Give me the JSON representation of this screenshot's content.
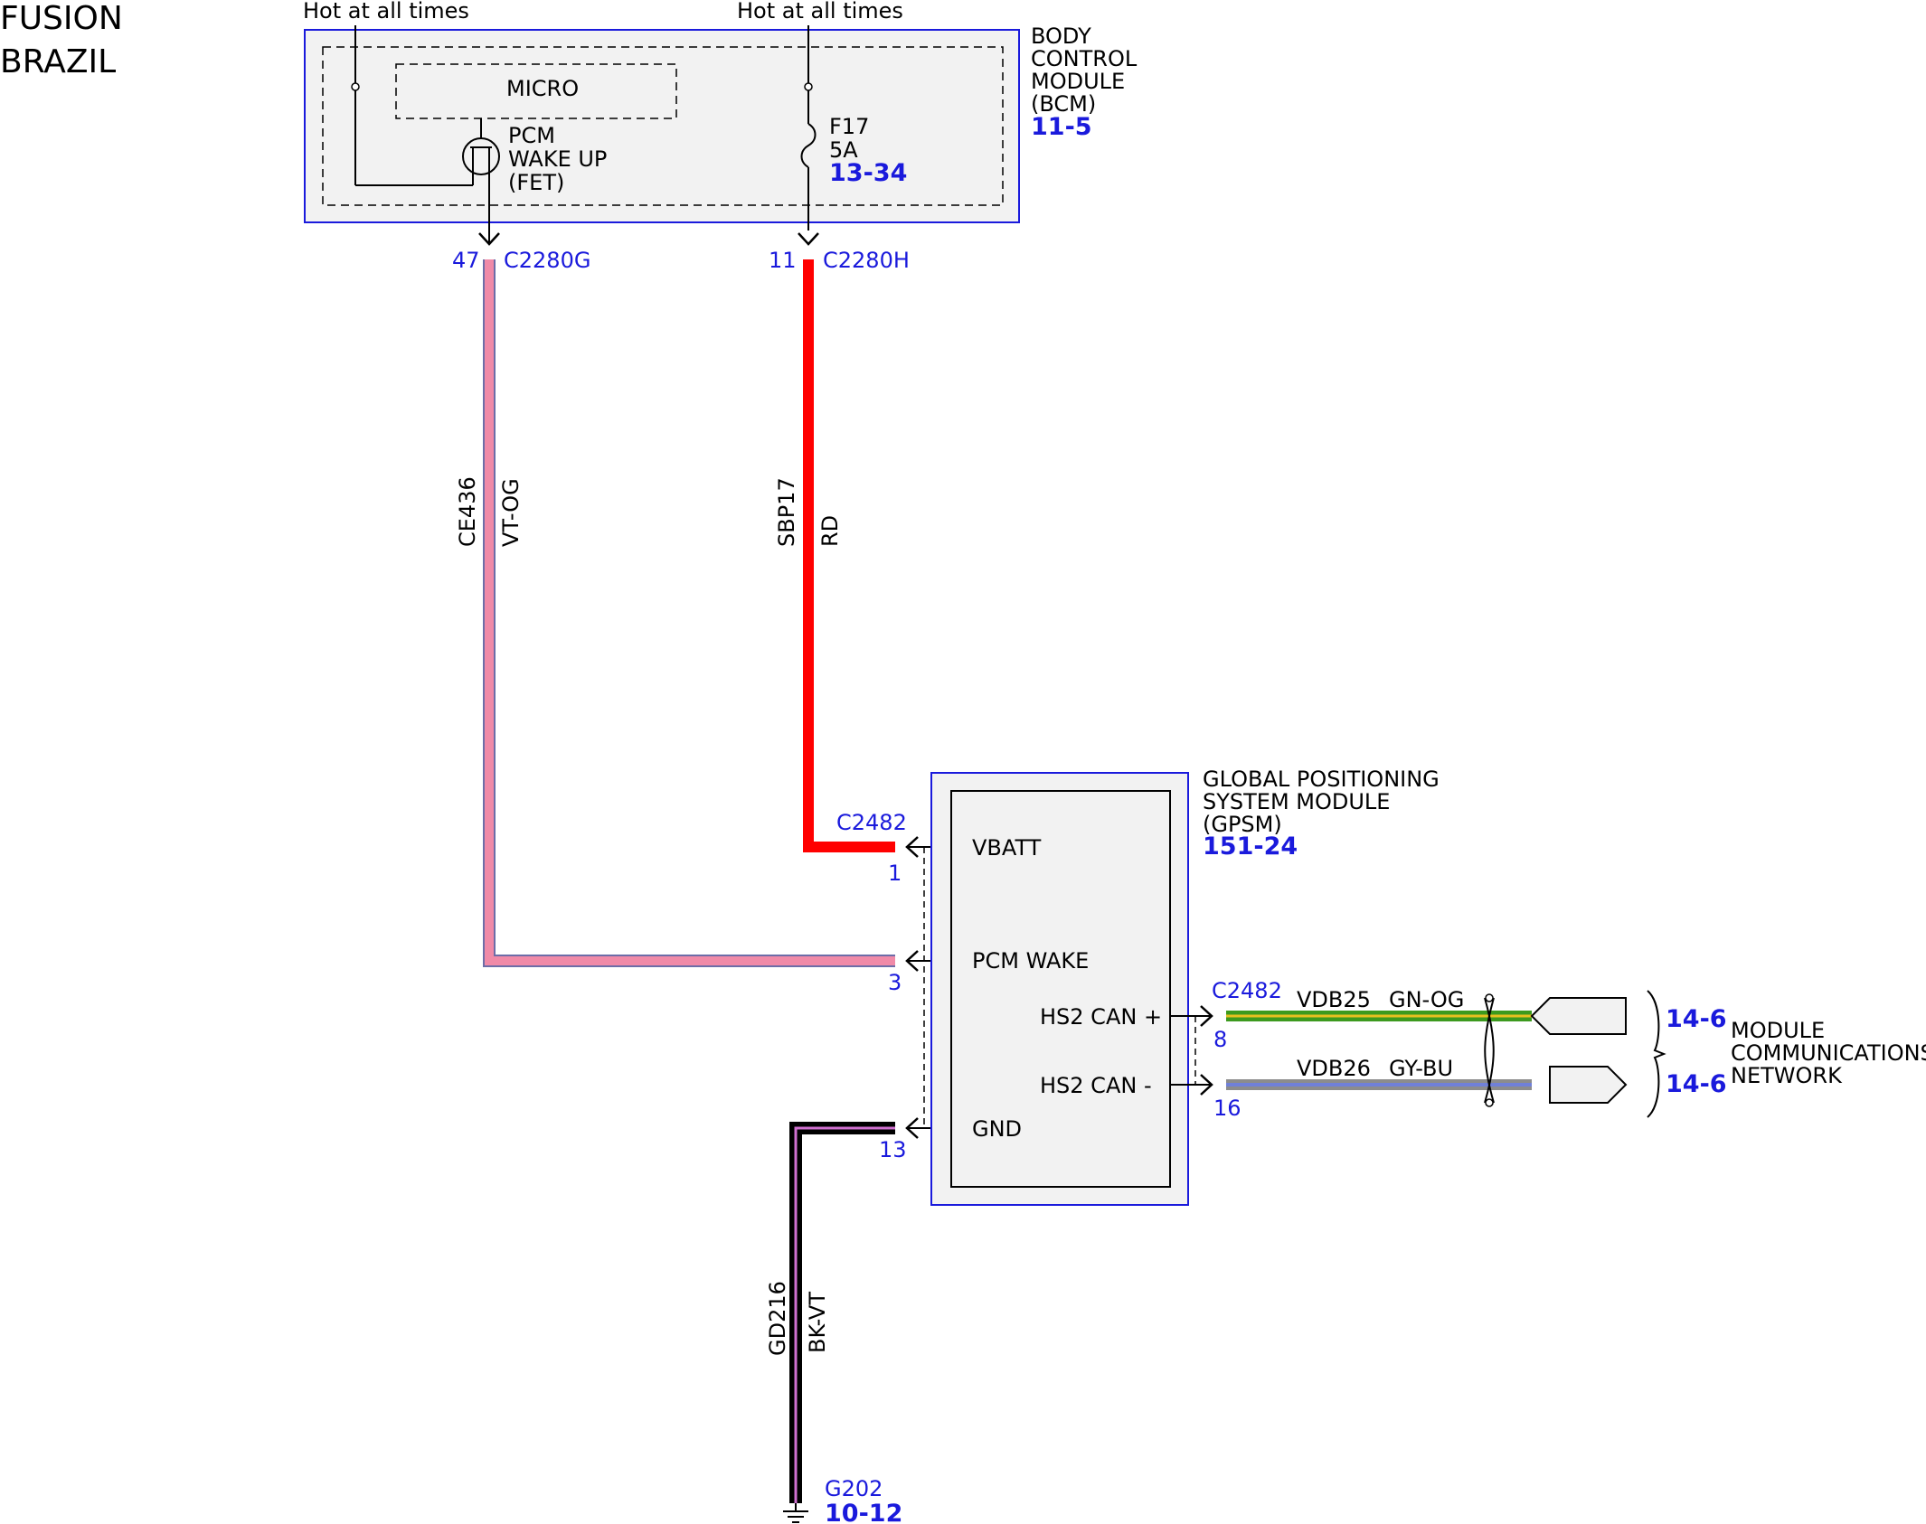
{
  "header": {
    "line1": "FUSION",
    "line2": "BRAZIL"
  },
  "power": {
    "left_label": "Hot at all times",
    "right_label": "Hot at all times"
  },
  "bcm": {
    "name_lines": [
      "BODY",
      "CONTROL",
      "MODULE",
      "(BCM)"
    ],
    "ref": "11-5",
    "micro": "MICRO",
    "fet_lines": [
      "PCM",
      "WAKE UP",
      "(FET)"
    ],
    "fuse_name": "F17",
    "fuse_rating": "5A",
    "fuse_ref": "13-34"
  },
  "connectors": {
    "c2280g": {
      "pin": "47",
      "name": "C2280G"
    },
    "c2280h": {
      "pin": "11",
      "name": "C2280H"
    },
    "c2482_left": {
      "name": "C2482"
    },
    "c2482_right": {
      "name": "C2482"
    }
  },
  "wires": {
    "ce436": {
      "circuit": "CE436",
      "color": "VT-OG",
      "hex": "#f08aa8"
    },
    "sbp17": {
      "circuit": "SBP17",
      "color": "RD",
      "hex": "#ff0000"
    },
    "gd216": {
      "circuit": "GD216",
      "color": "BK-VT"
    },
    "vdb25": {
      "circuit": "VDB25",
      "color": "GN-OG",
      "hex": "#3c9a1e"
    },
    "vdb26": {
      "circuit": "VDB26",
      "color": "GY-BU",
      "hex": "#7080d8"
    }
  },
  "gpsm": {
    "name_lines": [
      "GLOBAL POSITIONING",
      "SYSTEM MODULE",
      "(GPSM)"
    ],
    "ref": "151-24",
    "pins": [
      {
        "label": "VBATT",
        "number": "1"
      },
      {
        "label": "PCM WAKE",
        "number": "3"
      },
      {
        "label": "HS2 CAN +",
        "number": "8"
      },
      {
        "label": "HS2 CAN -",
        "number": "16"
      },
      {
        "label": "GND",
        "number": "13"
      }
    ]
  },
  "network": {
    "refs": [
      "14-6",
      "14-6"
    ],
    "name_lines": [
      "MODULE",
      "COMMUNICATIONS",
      "NETWORK"
    ]
  },
  "ground": {
    "name": "G202",
    "ref": "10-12"
  },
  "colors": {
    "accent_blue": "#1a1adc",
    "module_fill": "#f2f2f2"
  }
}
